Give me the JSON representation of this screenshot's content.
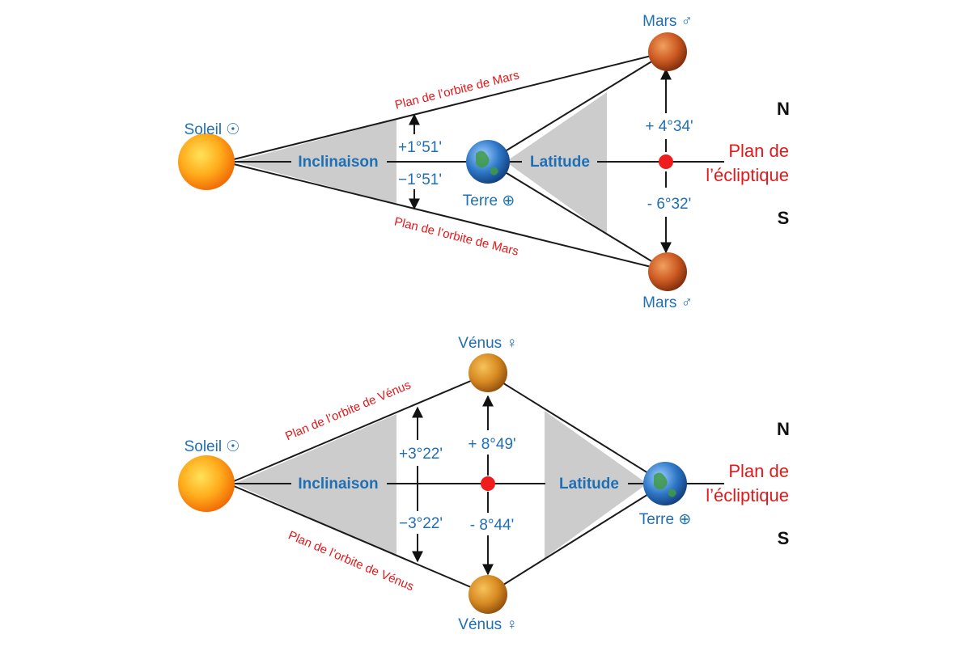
{
  "mars_diagram": {
    "sun_label": "Soleil ☉",
    "earth_label": "Terre ⊕",
    "planet_top_label": "Mars ♂",
    "planet_bottom_label": "Mars ♂",
    "orbit_top_label": "Plan de l’orbite de Mars",
    "orbit_bottom_label": "Plan de l’orbite de Mars",
    "inclination_label": "Inclinaison",
    "inclination_plus": "+1°51'",
    "inclination_minus": "−1°51'",
    "latitude_label": "Latitude",
    "latitude_plus": "+ 4°34'",
    "latitude_minus": "- 6°32'",
    "ecliptic_line1": "Plan de",
    "ecliptic_line2": "l’écliptique",
    "north": "N",
    "south": "S"
  },
  "venus_diagram": {
    "sun_label": "Soleil ☉",
    "earth_label": "Terre ⊕",
    "planet_top_label": "Vénus ♀",
    "planet_bottom_label": "Vénus ♀",
    "orbit_top_label": "Plan de l’orbite de Vénus",
    "orbit_bottom_label": "Plan de l’orbite de Vénus",
    "inclination_label": "Inclinaison",
    "inclination_plus": "+3°22'",
    "inclination_minus": "−3°22'",
    "latitude_label": "Latitude",
    "latitude_plus": "+ 8°49'",
    "latitude_minus": "- 8°44'",
    "ecliptic_line1": "Plan de",
    "ecliptic_line2": "l’écliptique",
    "north": "N",
    "south": "S"
  },
  "colors": {
    "label_blue": "#1f6fb4",
    "orbit_red": "#e2191b",
    "shade_gray": "#cccccc",
    "marker_red": "#ee1c1c"
  }
}
